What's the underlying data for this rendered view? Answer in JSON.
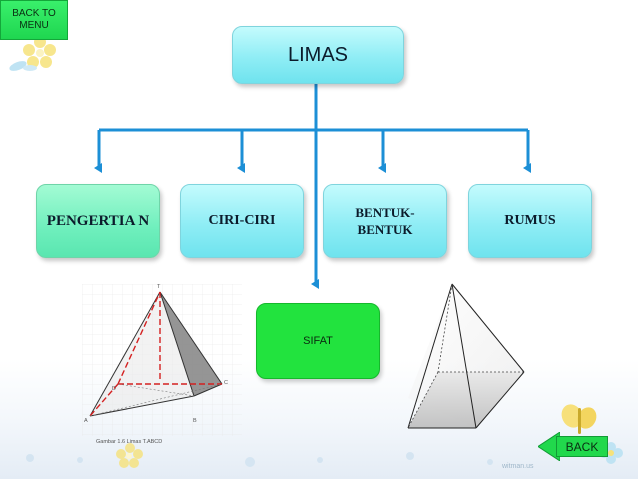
{
  "nav": {
    "back_to_menu": "BACK TO MENU",
    "back": "BACK"
  },
  "diagram": {
    "root": "LIMAS",
    "children": [
      "PENGERTIA N",
      "CIRI-CIRI",
      "BENTUK-BENTUK",
      "RUMUS"
    ],
    "branch": "SIFAT"
  },
  "figure": {
    "caption": "Gambar 1.6 Limas T.ABCD",
    "vertex_labels": [
      "T",
      "D",
      "C",
      "A",
      "B"
    ]
  },
  "watermark": "witman.us",
  "colors": {
    "connector": "#1c8fd6",
    "box_cyan": "#8fedf5",
    "box_mint": "#6fefbd",
    "box_green": "#22e33e",
    "back_button": "#21d84c",
    "dashed_edge": "#d42020",
    "face_shade": "#8a8a8a"
  }
}
